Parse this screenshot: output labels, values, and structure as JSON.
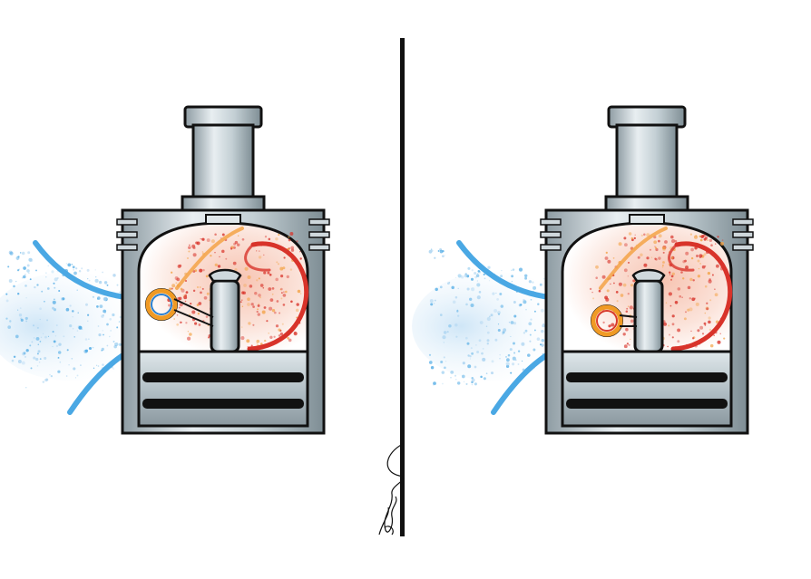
{
  "panels": [
    {
      "id": "left",
      "cold_stream": "cold-air-intake",
      "hot_flow": "hot-swirl",
      "valve_ring_color": "#f09a24",
      "valve_ring_inner": "#2a7fd0"
    },
    {
      "id": "right",
      "cold_stream": "cold-air-intake",
      "hot_flow": "hot-swirl",
      "valve_ring_color": "#f09a24",
      "valve_ring_inner": "#d83a2a"
    }
  ],
  "colors": {
    "metal_light": "#e6ecef",
    "metal_mid": "#b9c6cc",
    "metal_dark": "#7e8d94",
    "outline": "#111111",
    "cold": "#4aa8e4",
    "cold_light": "#a8d2f0",
    "hot_orange": "#f3a347",
    "hot_red": "#d8332a",
    "hot_pink": "#f6c9bd"
  },
  "signature": "artist-signature"
}
